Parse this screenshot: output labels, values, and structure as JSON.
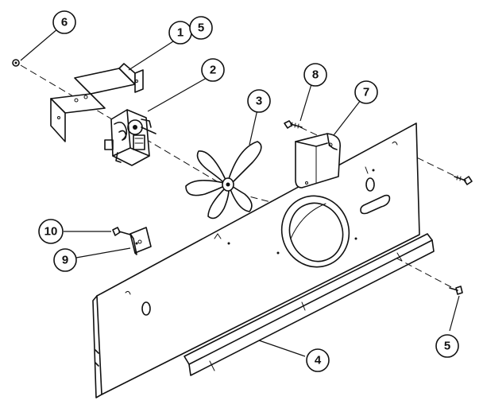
{
  "diagram": {
    "callouts": [
      {
        "id": "c1",
        "label": "1"
      },
      {
        "id": "c5a",
        "label": "5"
      },
      {
        "id": "c2",
        "label": "2"
      },
      {
        "id": "c3",
        "label": "3"
      },
      {
        "id": "c4",
        "label": "4"
      },
      {
        "id": "c5b",
        "label": "5"
      },
      {
        "id": "c6",
        "label": "6"
      },
      {
        "id": "c7",
        "label": "7"
      },
      {
        "id": "c8",
        "label": "8"
      },
      {
        "id": "c9",
        "label": "9"
      },
      {
        "id": "c10",
        "label": "10"
      }
    ]
  }
}
